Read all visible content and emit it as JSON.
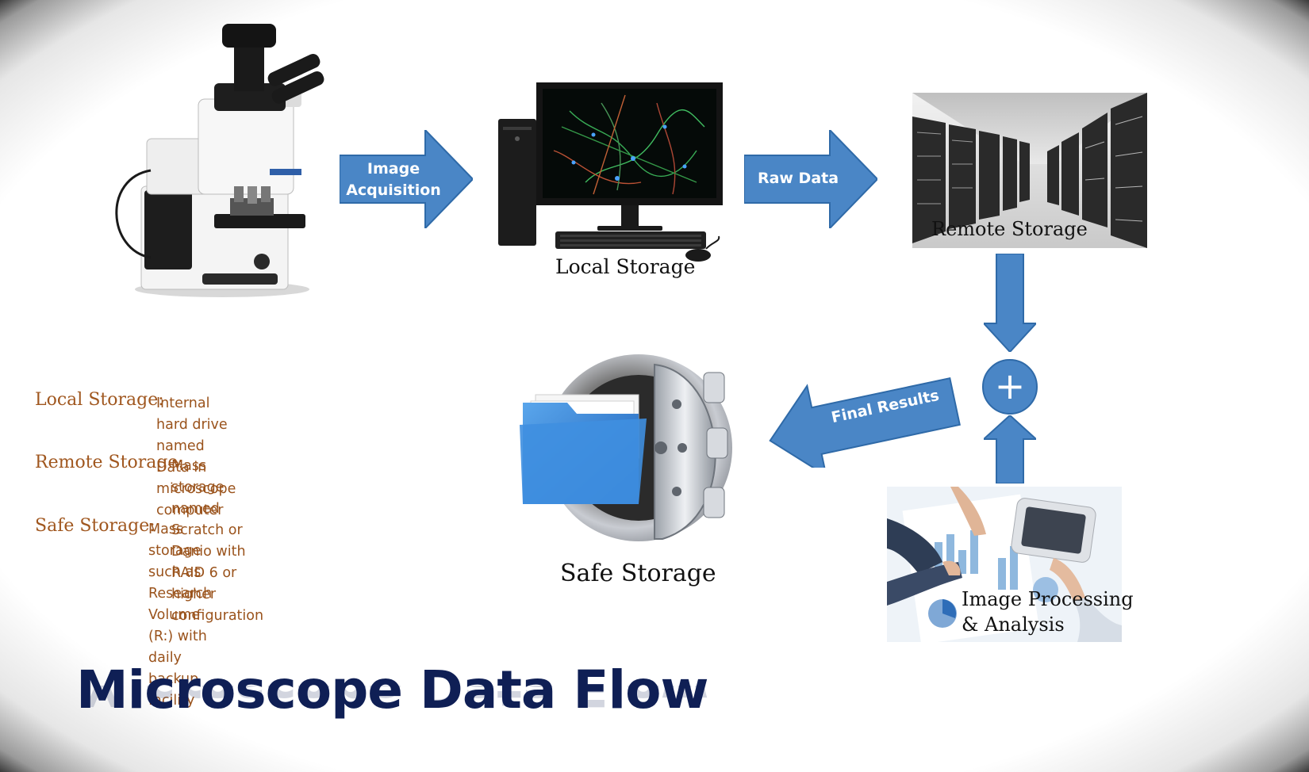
{
  "title": "Microscope Data Flow",
  "arrows": {
    "acquisition_line1": "Image",
    "acquisition_line2": "Acquisition",
    "raw": "Raw Data",
    "final": "Final Results"
  },
  "nodes": {
    "local": "Local Storage",
    "remote": "Remote Storage",
    "safe": "Safe Storage",
    "processing_line1": "Image Processing",
    "processing_line2": "& Analysis"
  },
  "plus_symbol": "+",
  "legend": [
    {
      "term": "Local Storage:",
      "desc_line1": "Internal hard drive named Data in microscope",
      "desc_line2": "computer"
    },
    {
      "term": "Remote Storage:",
      "desc_line1": "Mass storage named Scratch or Danio with",
      "desc_line2": "RAID 6 or higher configuration"
    },
    {
      "term": "Safe Storage:",
      "desc_line1": "Mass storage such as Research Volume (R:) with",
      "desc_line2": "daily backup facility"
    }
  ],
  "colors": {
    "arrow": "#4a86c6",
    "title": "#0f1f55",
    "legend_text": "#a0571f"
  }
}
